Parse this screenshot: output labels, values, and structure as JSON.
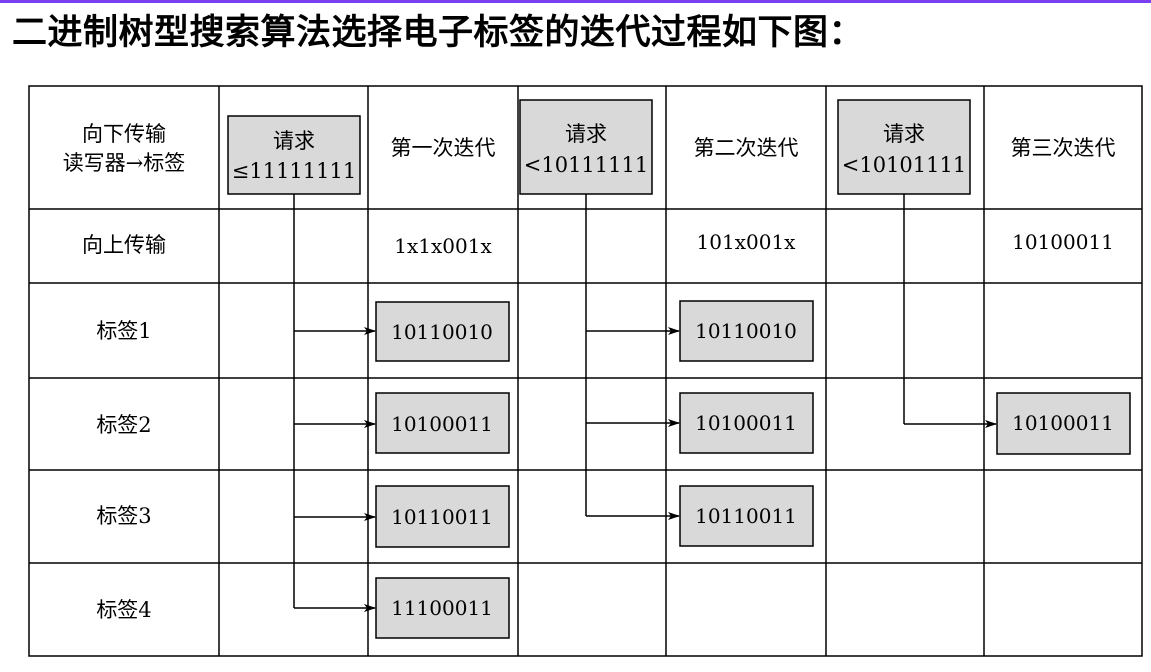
{
  "title": "二进制树型搜索算法选择电子标签的迭代过程如下图：",
  "rows": {
    "downlink": [
      "向下传输",
      "读写器→标签"
    ],
    "uplink": "向上传输",
    "tags": [
      "标签1",
      "标签2",
      "标签3",
      "标签4"
    ]
  },
  "iterations": [
    {
      "label": "第一次迭代",
      "request": [
        "请求",
        "≤11111111"
      ],
      "uplink": "1x1x001x",
      "responses": [
        "10110010",
        "10100011",
        "10110011",
        "11100011"
      ]
    },
    {
      "label": "第二次迭代",
      "request": [
        "请求",
        "<10111111"
      ],
      "uplink": "101x001x",
      "responses": [
        "10110010",
        "10100011",
        "10110011",
        ""
      ]
    },
    {
      "label": "第三次迭代",
      "request": [
        "请求",
        "<10101111"
      ],
      "uplink": "10100011",
      "responses": [
        "",
        "10100011",
        "",
        ""
      ]
    }
  ],
  "colors": {
    "box_fill": "#d9d9d9",
    "border": "#000000",
    "accent": "#7b3ff2"
  }
}
